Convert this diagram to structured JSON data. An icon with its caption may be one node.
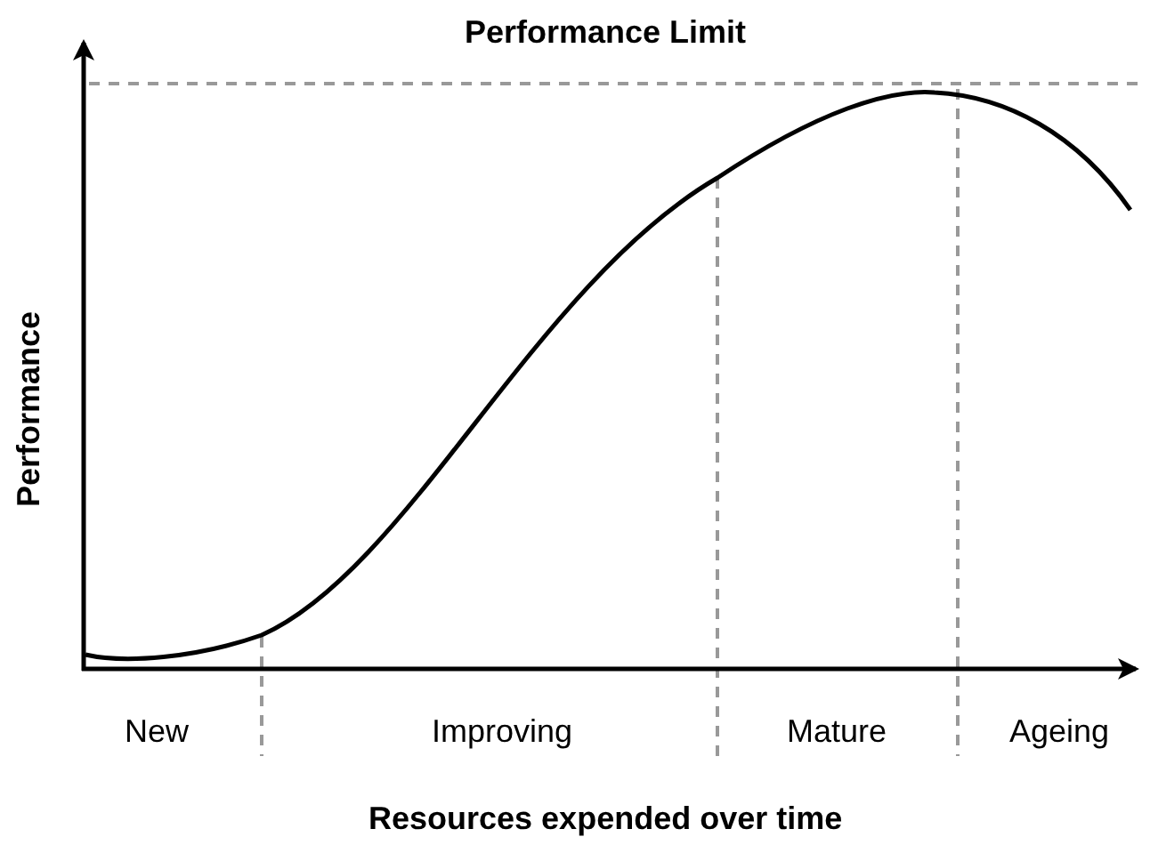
{
  "diagram": {
    "labels": [
      "Performance Limit",
      "Performance",
      "New",
      "Improving",
      "Mature",
      "Ageing",
      "Resources expended over time"
    ]
  }
}
